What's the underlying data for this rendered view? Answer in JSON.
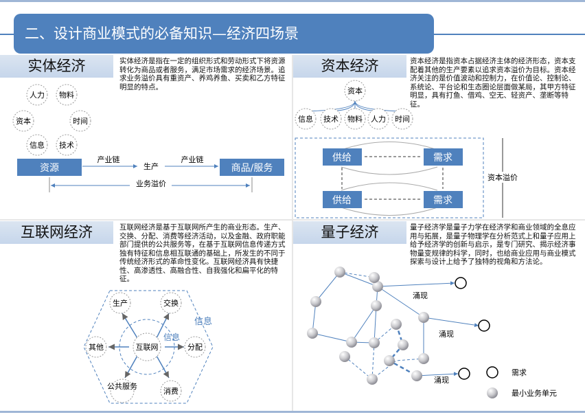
{
  "title": "二、设计商业模式的必备知识—经济四场景",
  "colors": {
    "primary": "#4f81bd",
    "label_bg": "#c6d6eb"
  },
  "q1": {
    "label": "实体经济",
    "desc": "实体经济是指在一定的组织形式和劳动形式下将资源转化为商品或者服务，满足市场需求的经济场景。追求业务溢价具有重资产、养鸡养鱼、买卖和乙方特征明显的特点。",
    "circles": [
      "人力",
      "物料",
      "资本",
      "时间",
      "信息",
      "技术"
    ],
    "source": "资源",
    "chain1": "产业链",
    "produce": "生产",
    "chain2": "产业链",
    "target": "商品/服务",
    "premium": "业务溢价"
  },
  "q2": {
    "label": "资本经济",
    "desc": "资本经济是指资本占据经济主体的经济形态，资本支配着其他的生产要素以追求资本溢价为目标。资本经济关注的是价值波动和控制力，在价值论、控制论、系统论、平台论和生态圈论层面做某局，其甲方特征明显，具有打鱼、借鸡、空无、轻资产、垄断等特征。",
    "root": "资本",
    "circles": [
      "信息",
      "技术",
      "物料",
      "人力",
      "时间"
    ],
    "supply": "供给",
    "demand": "需求",
    "premium": "资本溢价"
  },
  "q3": {
    "label": "互联网经济",
    "desc": "互联网经济是基于互联网所产生的商业形态。生产、交换、分配、消费等经济活动，以及金融、政府职能部门提供的公共服务等，在基于互联网信息传递方式独有特征和信息相互联通的基础上，所发生的不同于传统经济形式的革命性变化。互联网经济具有快捷性、高渗透性、高融合性、自我强化和扁平化的特征。",
    "center": "互联网",
    "nodes": [
      "生产",
      "交换",
      "分配",
      "消费",
      "公共服务",
      "其他"
    ],
    "info1": "信息",
    "info2": "信息"
  },
  "q4": {
    "label": "量子经济",
    "desc": "量子经济学是量子力学在经济学和商业领域的全息应用与拓展，是量子物理学在分析范式上和量子应用上给予经济学的创新与启示，是专门研究、揭示经济事物量变规律的科学，同时，也给商业应用与商业模式探索与设计上给予了独特的视角和方法论。",
    "emerge": [
      "涌现",
      "涌现",
      "涌现"
    ],
    "legend": [
      "需求",
      "最小业务单元"
    ]
  }
}
